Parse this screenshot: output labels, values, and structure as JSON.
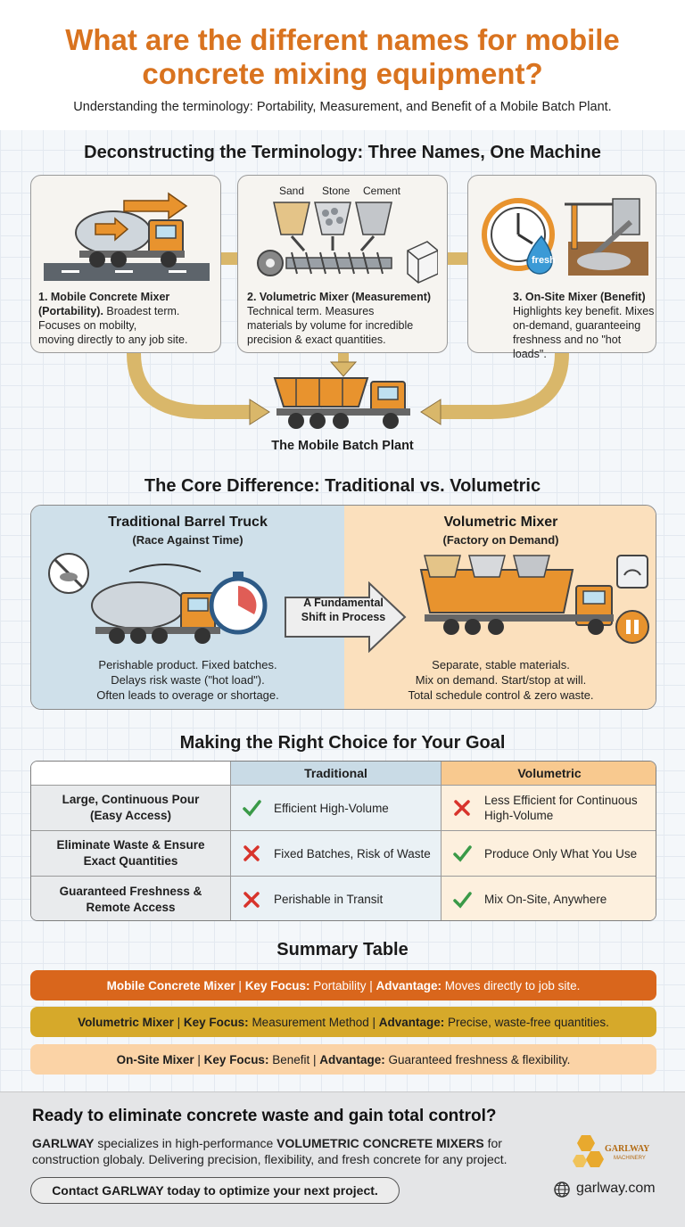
{
  "header": {
    "title": "What are the different names for mobile concrete mixing equipment?",
    "subtitle": "Understanding the terminology: Portability, Measurement, and Benefit of a Mobile Batch Plant."
  },
  "terminology": {
    "heading": "Deconstructing the Terminology: Three Names, One Machine",
    "cards": [
      {
        "title": "1. Mobile Concrete Mixer (Portability).",
        "body1": " Broadest term.",
        "body2": "Focuses on mobilty,",
        "body3": "moving directly to any job site."
      },
      {
        "title": "2. Volumetric Mixer (Measurement)",
        "body1": "Technical term. Measures",
        "body2": "materials by volume for incredible",
        "body3": "precision & exact quantities."
      },
      {
        "title": "3. On-Site Mixer (Benefit)",
        "body1": "Highlights key benefit. Mixes",
        "body2": "on-demand, guaranteeing",
        "body3": "freshness and no \"hot loads\"."
      }
    ],
    "material_labels": [
      "Sand",
      "Stone",
      "Cement"
    ],
    "fresh_label": "fresh",
    "batch_plant_label": "The Mobile Batch Plant"
  },
  "core_difference": {
    "heading": "The Core Difference: Traditional vs. Volumetric",
    "left": {
      "title": "Traditional Barrel Truck",
      "subtitle": "(Race Against Time)",
      "lines": [
        "Perishable product. Fixed batches.",
        "Delays risk waste (\"hot load\").",
        "Often leads to overage or shortage."
      ]
    },
    "arrow_label_1": "A Fundamental",
    "arrow_label_2": "Shift in Process",
    "right": {
      "title": "Volumetric Mixer",
      "subtitle": "(Factory on Demand)",
      "lines": [
        "Separate, stable materials.",
        "Mix on demand. Start/stop at will.",
        "Total schedule control & zero waste."
      ]
    }
  },
  "choice": {
    "heading": "Making the Right Choice for Your Goal",
    "col_traditional": "Traditional",
    "col_volumetric": "Volumetric",
    "rows": [
      {
        "label_1": "Large, Continuous Pour",
        "label_2": "(Easy Access)",
        "trad": "Efficient High-Volume",
        "trad_mark": "check",
        "vol_1": "Less Efficient for Continuous",
        "vol_2": "High-Volume",
        "vol_mark": "cross"
      },
      {
        "label_1": "Eliminate Waste & Ensure",
        "label_2": "Exact Quantities",
        "trad": "Fixed Batches, Risk of Waste",
        "trad_mark": "cross",
        "vol_1": "Produce Only What You Use",
        "vol_2": "",
        "vol_mark": "check"
      },
      {
        "label_1": "Guaranteed Freshness &",
        "label_2": "Remote Access",
        "trad": "Perishable in Transit",
        "trad_mark": "cross",
        "vol_1": "Mix On-Site, Anywhere",
        "vol_2": "",
        "vol_mark": "check"
      }
    ]
  },
  "summary": {
    "heading": "Summary Table",
    "rows": [
      {
        "name": "Mobile Concrete Mixer",
        "sep": " | ",
        "focus_label": "Key Focus:",
        "focus": " Portability",
        "sep2": " | ",
        "adv_label": "Advantage:",
        "adv": " Moves directly to job site.",
        "color": "#d9661c"
      },
      {
        "name": "Volumetric Mixer",
        "sep": " | ",
        "focus_label": "Key Focus:",
        "focus": " Measurement Method",
        "sep2": " | ",
        "adv_label": "Advantage:",
        "adv": " Precise, waste-free quantities.",
        "color": "#d6a92a"
      },
      {
        "name": "On-Site Mixer",
        "sep": " | ",
        "focus_label": "Key Focus:",
        "focus": " Benefit",
        "sep2": " | ",
        "adv_label": "Advantage:",
        "adv": " Guaranteed freshness & flexibility.",
        "color": "#fbd3a6"
      }
    ]
  },
  "footer": {
    "headline": "Ready to eliminate concrete waste and gain total control?",
    "brand": "GARLWAY",
    "body_1": " specializes in high-performance ",
    "product": "VOLUMETRIC CONCRETE MIXERS",
    "body_2": " for",
    "body_3": "construction globaly. Delivering precision, flexibility, and fresh concrete for any project.",
    "cta": "Contact GARLWAY today to optimize your next project.",
    "url": "garlway.com",
    "logo_text": "GARLWAY",
    "logo_sub": "MACHINERY"
  },
  "colors": {
    "orange": "#e8932e",
    "dark_orange": "#d9731f",
    "check": "#3a9a48",
    "cross": "#d8342c",
    "arrow": "#d9b76a"
  }
}
